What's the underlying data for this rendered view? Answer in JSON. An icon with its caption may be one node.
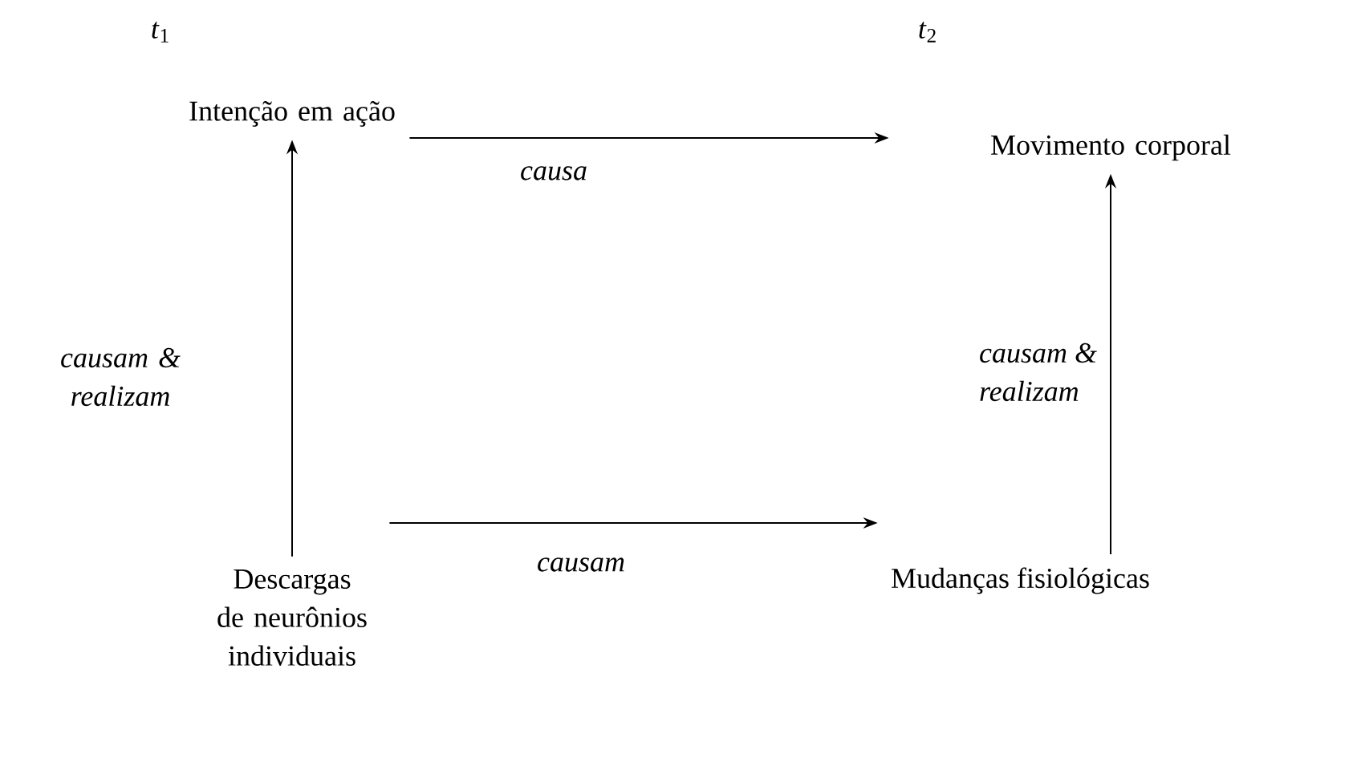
{
  "diagram": {
    "nodes": [
      {
        "text": [
          "Intenção em ação"
        ]
      },
      {
        "text": [
          "Movimento corporal"
        ]
      },
      {
        "text": [
          "Descargas de neurônios individuais"
        ]
      },
      {
        "text": [
          "Mudanças fisiológicas"
        ]
      }
    ],
    "edges": [
      {
        "from": 0,
        "to": 1,
        "arrow": "to",
        "label": "causa"
      },
      {
        "from": 2,
        "to": 0,
        "arrow": "to",
        "label": "causam & realizam"
      },
      {
        "from": 3,
        "to": 1,
        "arrow": "to",
        "label": "causam & realizam"
      },
      {
        "from": 2,
        "to": 3,
        "arrow": "to",
        "label": "causam"
      }
    ],
    "labels": [
      "*t*$_{1}$",
      "*t*$_{2}$"
    ]
  }
}
